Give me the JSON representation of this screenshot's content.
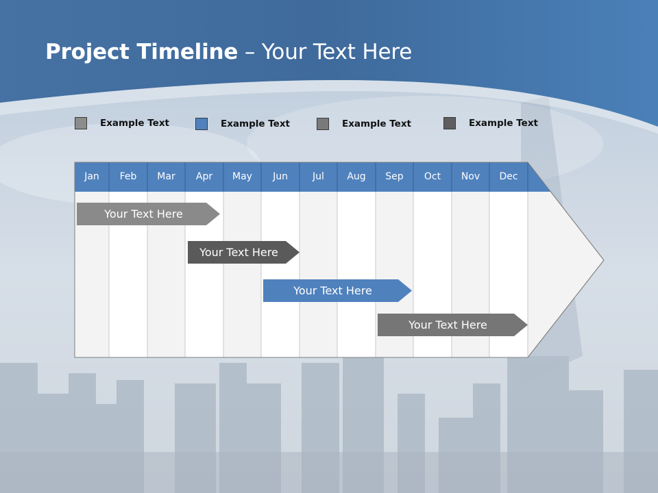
{
  "slide": {
    "title_bold": "Project Timeline",
    "title_rest": " – Your Text Here"
  },
  "legend": [
    {
      "label": "Example Text",
      "color": "#8c8c8c"
    },
    {
      "label": "Example Text",
      "color": "#4f81bd"
    },
    {
      "label": "Example Text",
      "color": "#7a7a7a"
    },
    {
      "label": "Example Text",
      "color": "#5e5e5e"
    }
  ],
  "timeline": {
    "months": [
      "Jan",
      "Feb",
      "Mar",
      "Apr",
      "May",
      "Jun",
      "Jul",
      "Aug",
      "Sep",
      "Oct",
      "Nov",
      "Dec"
    ],
    "header_color": "#4f81bd",
    "tasks": [
      {
        "label": "Your  Text Here",
        "color": "#8a8a8a"
      },
      {
        "label": "Your  Text Here",
        "color": "#5a5a5a"
      },
      {
        "label": "Your  Text Here",
        "color": "#4f81bd"
      },
      {
        "label": "Your  Text Here",
        "color": "#767676"
      }
    ]
  }
}
